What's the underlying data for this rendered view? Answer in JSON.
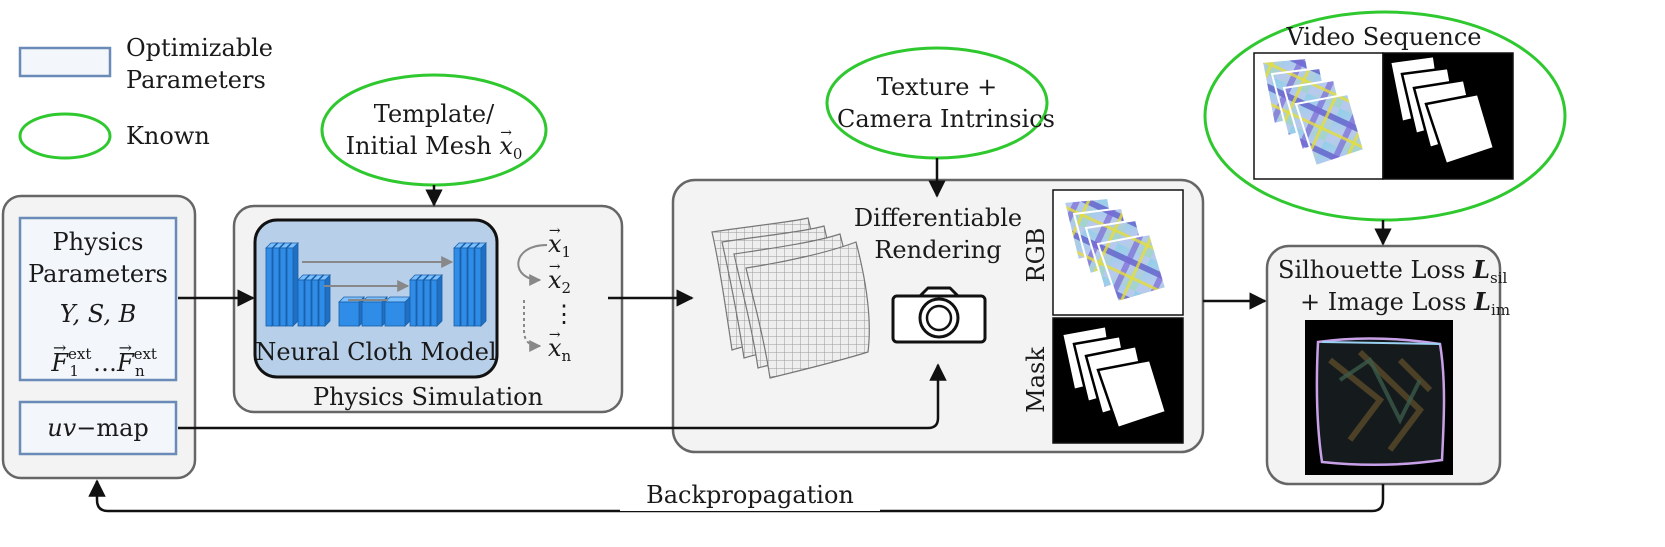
{
  "legend": {
    "optimizable_line1": "Optimizable",
    "optimizable_line2": "Parameters",
    "known": "Known",
    "colors": {
      "optimizable_fill": "#f3f6fb",
      "optimizable_stroke": "#6a8ab8",
      "known_stroke": "#2fc82f"
    }
  },
  "physics_params": {
    "title_line1": "Physics",
    "title_line2": "Parameters",
    "symbols_line": "Y, S, B",
    "force_symbol": "F",
    "force_sup": "ext",
    "force_sub_first": "1",
    "force_ellipsis": "…",
    "force_sub_last": "n",
    "uvmap_var": "uv",
    "uvmap_dash": "−",
    "uvmap_word": "map"
  },
  "template": {
    "line1": "Template/",
    "line2_prefix": "Initial Mesh ",
    "var": "x",
    "sub": "0"
  },
  "simulation": {
    "model_label": "Neural Cloth Model",
    "caption": "Physics Simulation",
    "outputs": [
      {
        "var": "x",
        "sub": "1"
      },
      {
        "var": "x",
        "sub": "2"
      },
      {
        "var": "x",
        "sub": "n"
      }
    ],
    "dots": "⋮",
    "model_fill": "#b7cfe8",
    "layer_color": "#2f8de8"
  },
  "texture": {
    "line1": "Texture +",
    "line2": "Camera Intrinsics"
  },
  "rendering": {
    "line1": "Differentiable",
    "line2": "Rendering",
    "rgb_label": "RGB",
    "mask_label": "Mask"
  },
  "video": {
    "title": "Video Sequence"
  },
  "loss": {
    "line1_text": "Silhouette Loss ",
    "sil_symbol": "L",
    "sil_sub": "sil",
    "line2_text": "+ Image Loss ",
    "im_symbol": "L",
    "im_sub": "im"
  },
  "backprop": {
    "label": "Backpropagation"
  }
}
